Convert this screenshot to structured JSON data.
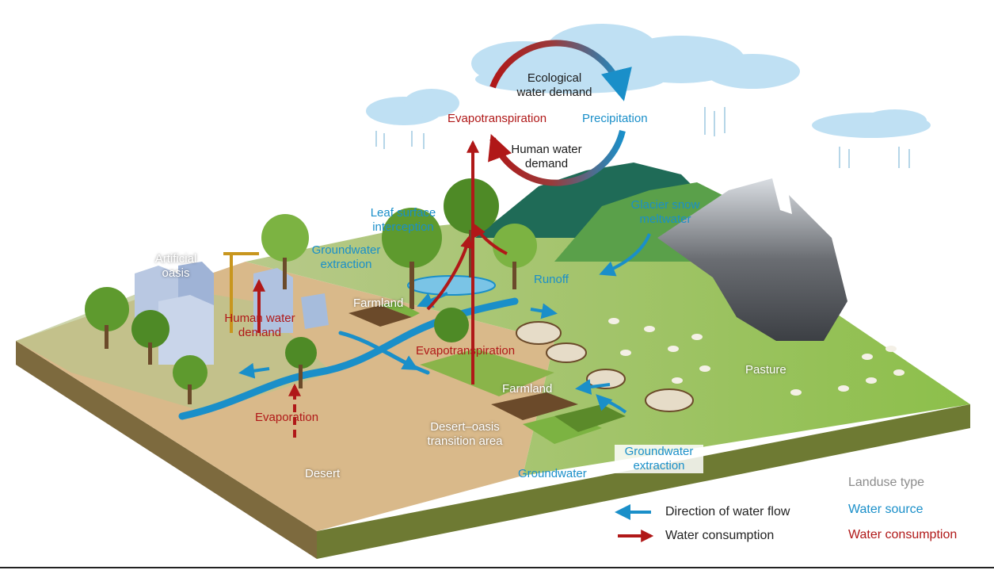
{
  "labels": {
    "ecological_water_demand": "Ecological\nwater demand",
    "precipitation": "Precipitation",
    "evapotranspiration_top": "Evapotranspiration",
    "human_water_demand_cycle": "Human water\ndemand",
    "leaf_surface_interception": "Leaf surface\ninterception",
    "glacier_snow_meltwater": "Glacier snow\nmeltwater",
    "groundwater_extraction_top": "Groundwater\nextraction",
    "artificial_oasis": "Artificial\noasis",
    "runoff": "Runoff",
    "farmland_top": "Farmland",
    "human_water_demand_city": "Human water\ndemand",
    "evapotranspiration_mid": "Evapotranspiration",
    "pasture": "Pasture",
    "farmland_bottom": "Farmland",
    "evaporation": "Evaporation",
    "desert_oasis_transition": "Desert–oasis\ntransition area",
    "groundwater_extraction_bottom": "Groundwater\nextraction",
    "desert": "Desert",
    "groundwater": "Groundwater"
  },
  "legend": {
    "flow_label": "Direction of water flow",
    "consumption_label": "Water consumption"
  },
  "key": {
    "landuse": "Landuse type",
    "source": "Water source",
    "consumption": "Water consumption"
  },
  "colors": {
    "water_source": "#1a8fc9",
    "water_consumption": "#b01818",
    "landuse": "#8c8c8c"
  }
}
